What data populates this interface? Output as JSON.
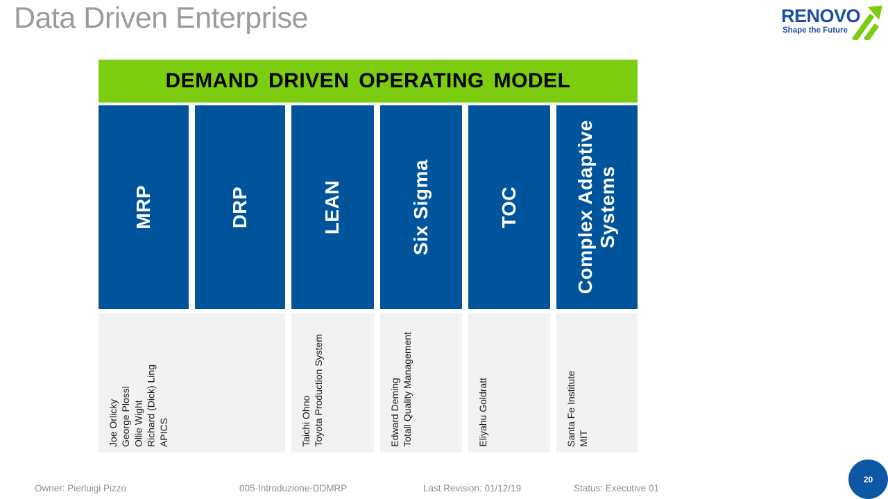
{
  "slide": {
    "title": "Data Driven Enterprise",
    "page_number": "20"
  },
  "logo": {
    "name": "RENOVO",
    "tagline": "Shape the Future"
  },
  "banner": {
    "label": "DEMAND DRIVEN OPERATING MODEL"
  },
  "columns": [
    {
      "label": "MRP"
    },
    {
      "label": "DRP"
    },
    {
      "label": "LEAN"
    },
    {
      "label": "Six Sigma"
    },
    {
      "label": "TOC"
    },
    {
      "label": "Complex Adaptive\nSystems"
    }
  ],
  "origins": [
    {
      "text": "Joe Orlicky\nGeorge Plossl\nOllie Wight\nRichard (Dick) Ling\nAPICS"
    },
    {
      "text": "Taichi Ohno\nToyota Production System"
    },
    {
      "text": "Edward Deming\nTotall Quality Management"
    },
    {
      "text": "Eliyahu Goldratt"
    },
    {
      "text": "Santa Fe Institute\nMIT"
    }
  ],
  "footer": {
    "owner": "Owner: Pierluigi Pizzo",
    "document": "005-Introduzione-DDMRP",
    "revision": "Last Revision: 01/12/19",
    "status": "Status: Executive 01"
  },
  "colors": {
    "banner_green": "#7ccd0f",
    "column_blue": "#00549c",
    "box_gray": "#f2f2f2",
    "title_gray": "#9b9b9b",
    "logo_blue": "#1d4f9e",
    "footer_gray": "#8f8f8f"
  }
}
